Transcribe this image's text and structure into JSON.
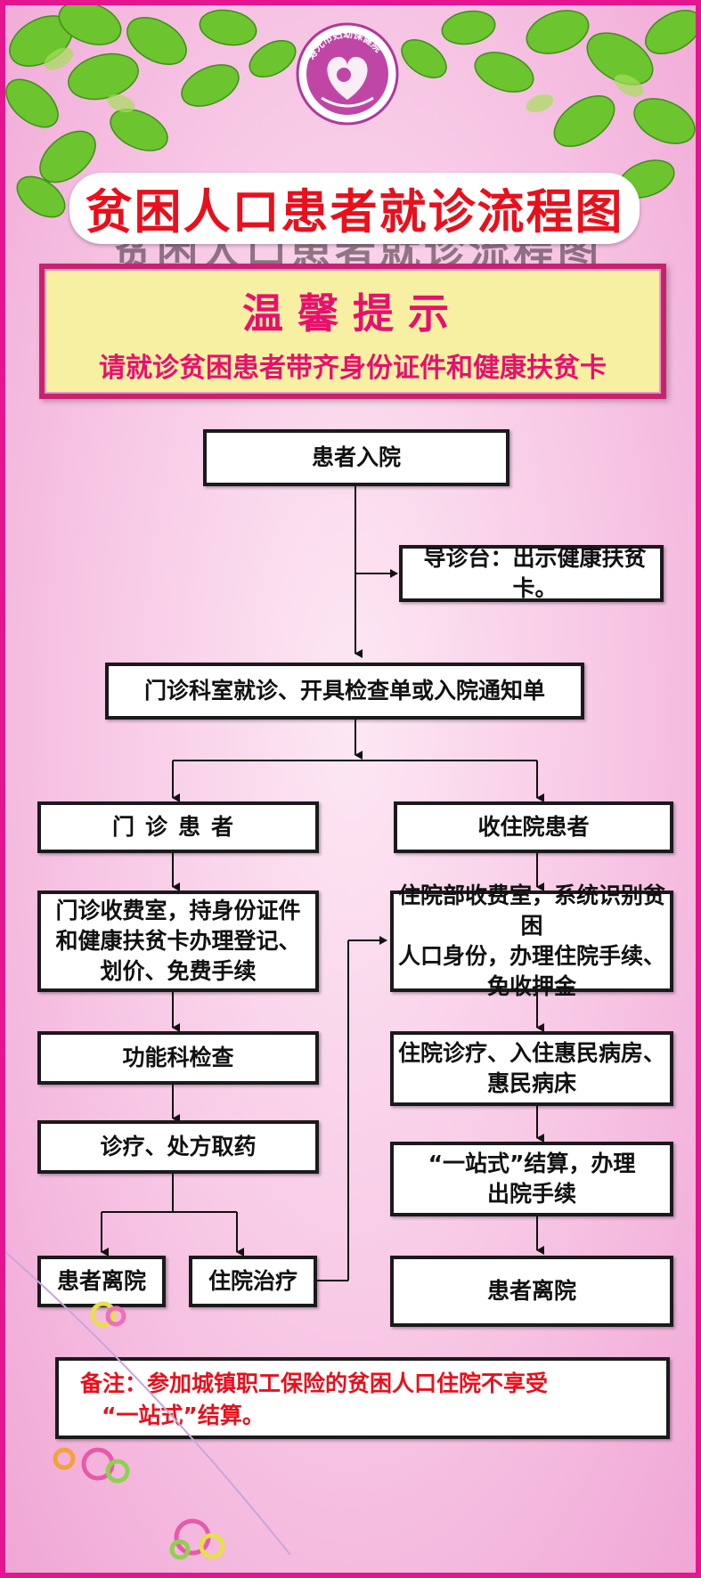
{
  "logo": {
    "text": "寿光市妇幼保健院"
  },
  "title": "贫困人口患者就诊流程图",
  "tip": {
    "heading": "温馨提示",
    "text": "请就诊贫困患者带齐身份证件和健康扶贫卡"
  },
  "flow": {
    "admission": "患者入院",
    "guide_desk": "导诊台：出示健康扶贫卡。",
    "clinic_visit": "门诊科室就诊、开具检查单或入院通知单",
    "outpatient": {
      "title": "门诊患者",
      "step1": [
        "门诊收费室，持身份证件",
        "和健康扶贫卡办理登记、",
        "划价、免费手续"
      ],
      "step2": "功能科检查",
      "step3": "诊疗、处方取药",
      "discharge": "患者离院",
      "hospitalize": "住院治疗"
    },
    "inpatient": {
      "title": "收住院患者",
      "step1": [
        "住院部收费室，系统识别贫困",
        "人口身份，办理住院手续、",
        "免收押金"
      ],
      "step2": [
        "住院诊疗、入住惠民病房、",
        "惠民病床"
      ],
      "step3": [
        "“一站式”结算，办理",
        "出院手续"
      ],
      "discharge": "患者离院"
    }
  },
  "note": {
    "line1": "备注：参加城镇职工保险的贫困人口住院不享受",
    "line2": "“一站式”结算。"
  },
  "colors": {
    "border": "#e4158f",
    "title_red": "#e8101c",
    "tip_pink": "#e8106e",
    "tip_bg": "#f7f0a3",
    "leaf_green": "#5fbf2a"
  }
}
